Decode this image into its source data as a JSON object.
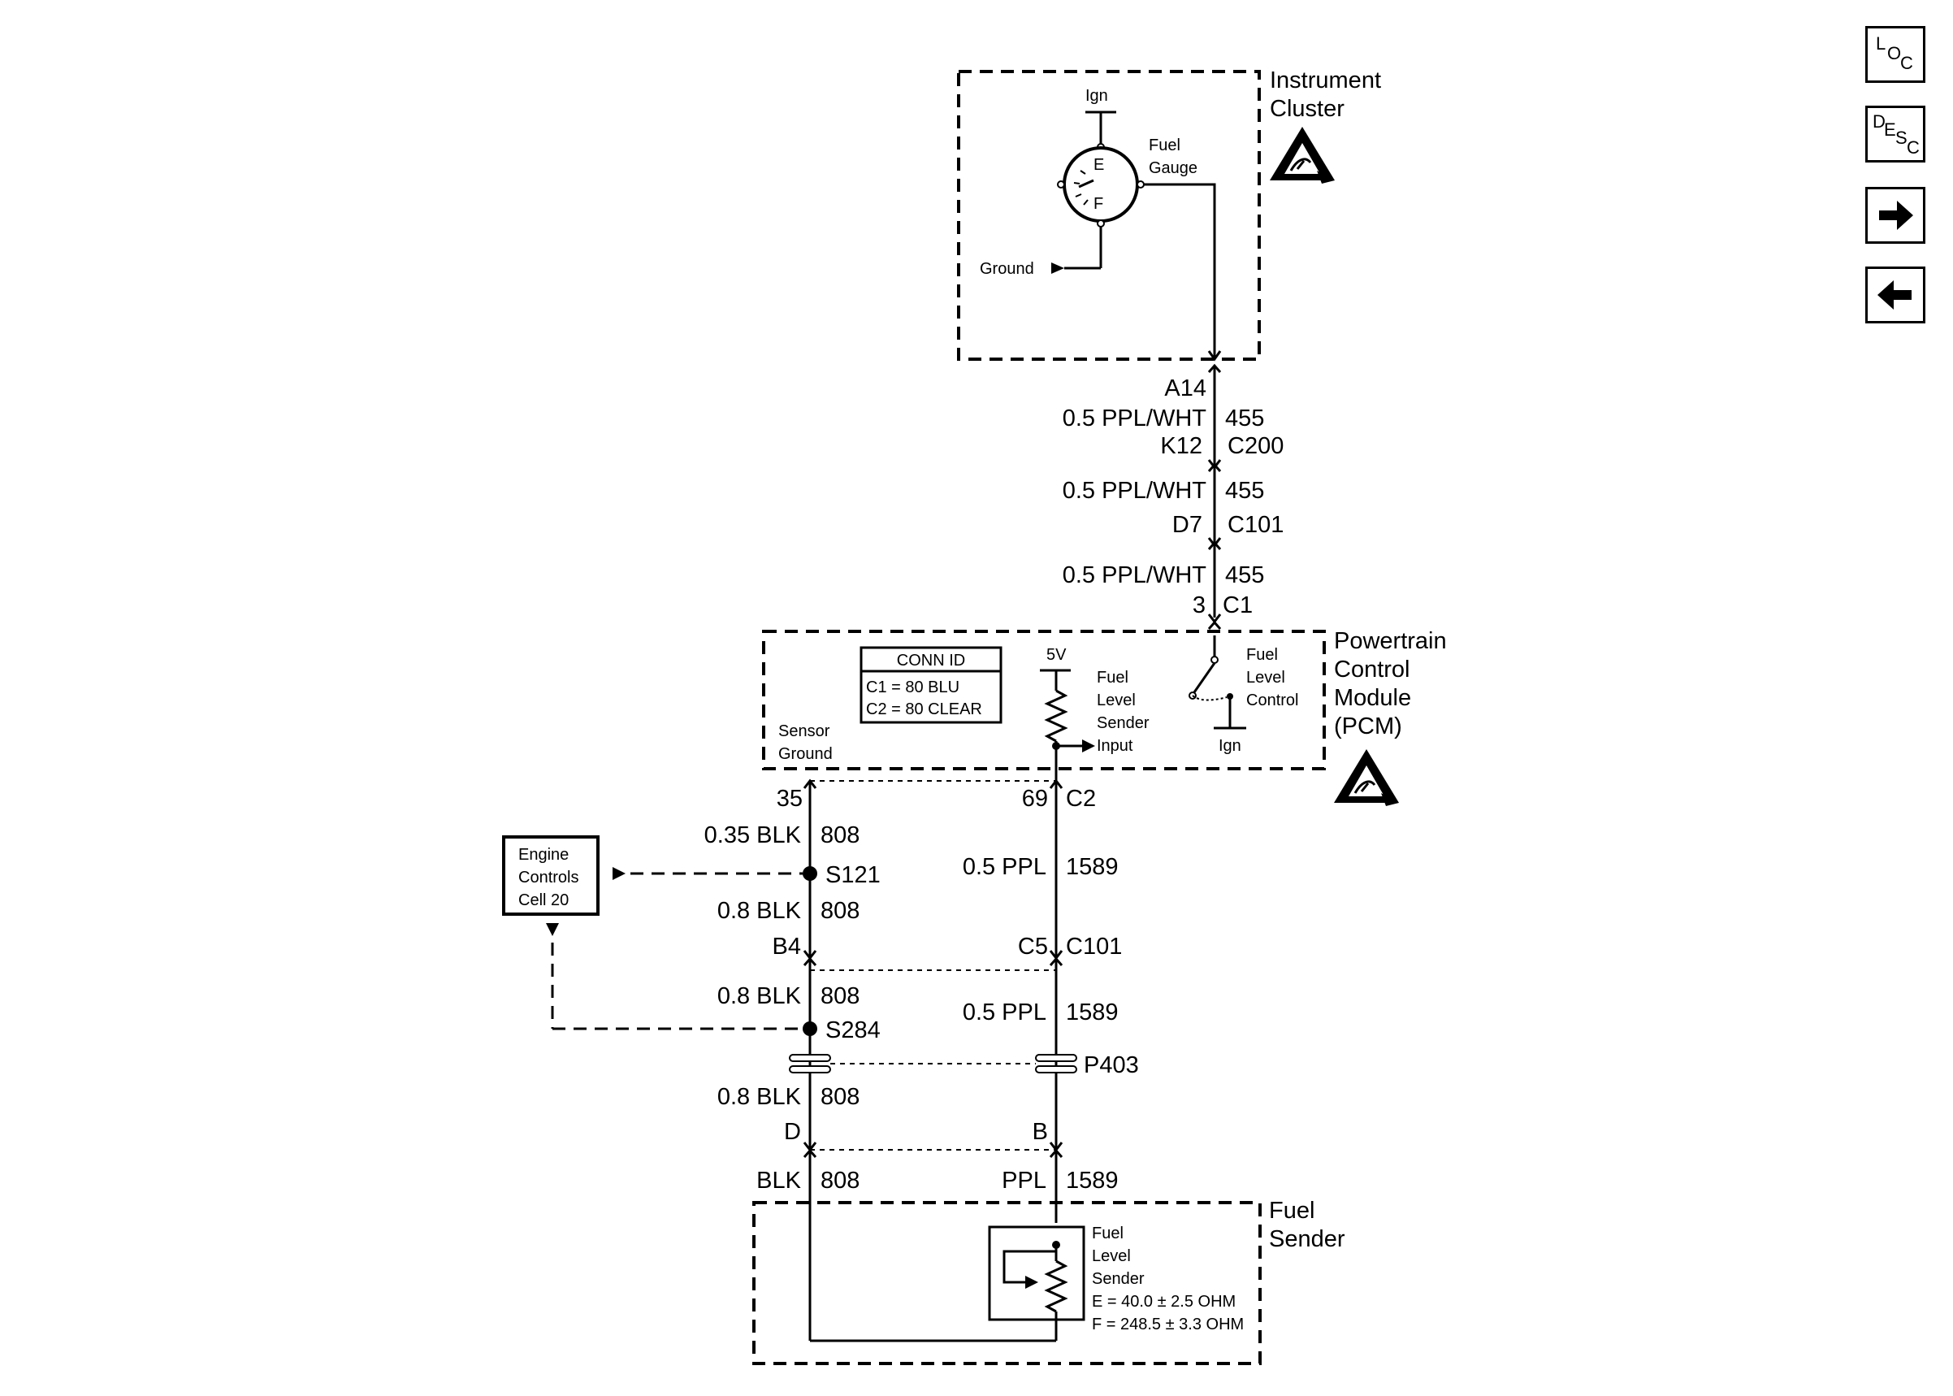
{
  "instrument_cluster": {
    "title_line1": "Instrument",
    "title_line2": "Cluster",
    "ign": "Ign",
    "gauge_line1": "Fuel",
    "gauge_line2": "Gauge",
    "gauge_e": "E",
    "gauge_f": "F",
    "ground": "Ground"
  },
  "circuit_455": {
    "a14": "A14",
    "wire1": "0.5 PPL/WHT",
    "circ1": "455",
    "k12": "K12",
    "c200": "C200",
    "wire2": "0.5 PPL/WHT",
    "circ2": "455",
    "d7": "D7",
    "c101": "C101",
    "wire3": "0.5 PPL/WHT",
    "circ3": "455",
    "pin3": "3",
    "c1": "C1"
  },
  "pcm": {
    "title_line1": "Powertrain",
    "title_line2": "Control",
    "title_line3": "Module",
    "title_line4": "(PCM)",
    "conn_header": "CONN ID",
    "conn_c1": "C1 = 80 BLU",
    "conn_c2": "C2 = 80 CLEAR",
    "five_v": "5V",
    "sender_line1": "Fuel",
    "sender_line2": "Level",
    "sender_line3": "Sender",
    "sender_line4": "Input",
    "control_line1": "Fuel",
    "control_line2": "Level",
    "control_line3": "Control",
    "ign": "Ign",
    "sg_line1": "Sensor",
    "sg_line2": "Ground"
  },
  "left_circuit": {
    "pin35": "35",
    "w1": "0.35 BLK",
    "c1": "808",
    "s121": "S121",
    "w2": "0.8 BLK",
    "c2": "808",
    "b4": "B4",
    "w3": "0.8 BLK",
    "c3": "808",
    "s284": "S284",
    "w4": "0.8 BLK",
    "c4": "808",
    "pin_d": "D",
    "w5": "BLK",
    "c5": "808"
  },
  "right_circuit": {
    "pin69": "69",
    "c2": "C2",
    "w1": "0.5 PPL",
    "circ1": "1589",
    "c5": "C5",
    "c101": "C101",
    "w2": "0.5 PPL",
    "circ2": "1589",
    "p403": "P403",
    "pin_b": "B",
    "w3": "PPL",
    "circ3": "1589"
  },
  "engine_controls": {
    "line1": "Engine",
    "line2": "Controls",
    "line3": "Cell 20"
  },
  "fuel_sender": {
    "title_line1": "Fuel",
    "title_line2": "Sender",
    "s_line1": "Fuel",
    "s_line2": "Level",
    "s_line3": "Sender",
    "e_spec": "E = 40.0 ± 2.5 OHM",
    "f_spec": "F = 248.5 ± 3.3 OHM"
  },
  "nav": {
    "loc": [
      "L",
      "O",
      "C"
    ],
    "desc": [
      "D",
      "E",
      "S",
      "C"
    ],
    "next": "arrow-right-icon",
    "prev": "arrow-left-icon"
  }
}
